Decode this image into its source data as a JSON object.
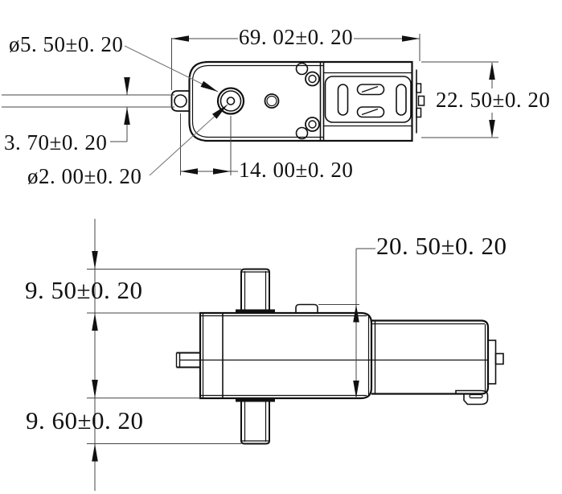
{
  "page": {
    "kind": "engineering-dimension-drawing",
    "subject": "dc-gear-motor-two-view-drawing",
    "background_color": "#ffffff",
    "ink_color": "#111111",
    "units_implied": "mm"
  },
  "top_view": {
    "name": "top-view",
    "dimensions": {
      "shaft_diameter": {
        "text": "ø5. 50±0. 20",
        "value": 5.5,
        "tolerance": 0.2,
        "kind": "diameter-leader"
      },
      "overall_length": {
        "text": "69. 02±0. 20",
        "value": 69.02,
        "tolerance": 0.2,
        "kind": "linear-horizontal"
      },
      "body_height": {
        "text": "22. 50±0. 20",
        "value": 22.5,
        "tolerance": 0.2,
        "kind": "linear-vertical"
      },
      "ear_hole_diameter": {
        "text": "3. 70±0. 20",
        "value": 3.7,
        "tolerance": 0.2,
        "kind": "linear-vertical"
      },
      "center_hole_diameter": {
        "text": "ø2. 00±0. 20",
        "value": 2.0,
        "tolerance": 0.2,
        "kind": "diameter-leader"
      },
      "shaft_offset": {
        "text": "14. 00±0. 20",
        "value": 14.0,
        "tolerance": 0.2,
        "kind": "linear-horizontal"
      }
    }
  },
  "side_view": {
    "name": "side-view",
    "dimensions": {
      "gearbox_height": {
        "text": "20. 50±0. 20",
        "value": 20.5,
        "tolerance": 0.2,
        "kind": "linear-vertical"
      },
      "top_post_height": {
        "text": "9. 50±0. 20",
        "value": 9.5,
        "tolerance": 0.2,
        "kind": "linear-vertical"
      },
      "bottom_post_height": {
        "text": "9. 60±0. 20",
        "value": 9.6,
        "tolerance": 0.2,
        "kind": "linear-vertical"
      }
    }
  }
}
